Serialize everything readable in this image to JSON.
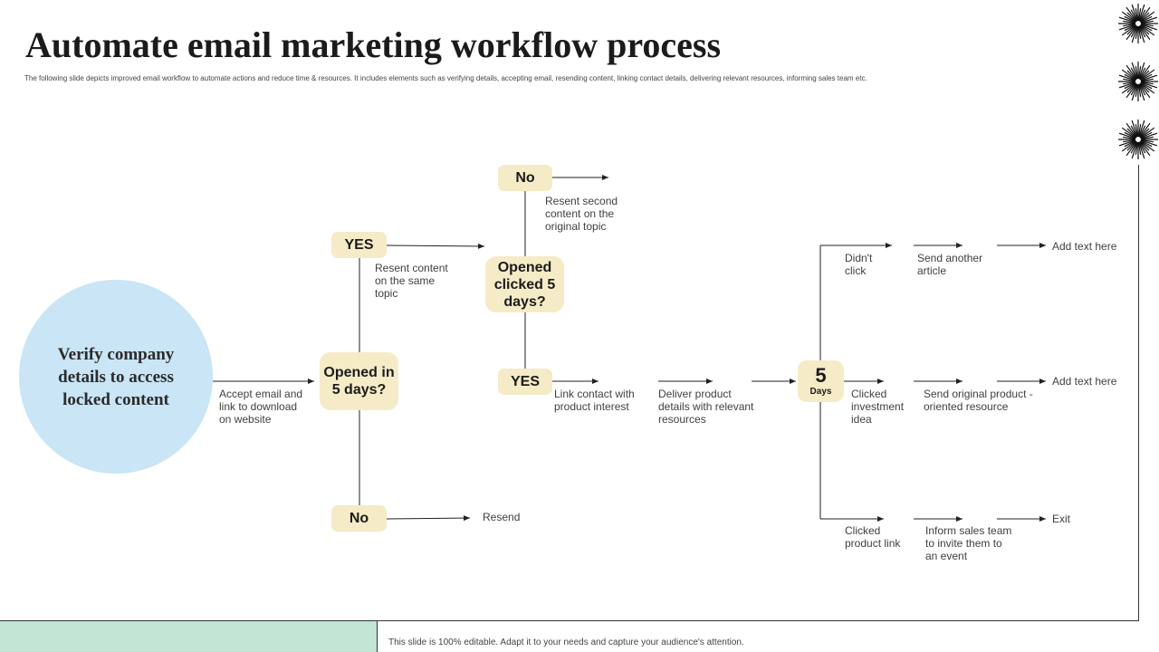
{
  "title": "Automate email marketing workflow process",
  "subtitle": "The following slide depicts improved email workflow to automate actions and reduce time & resources. It includes elements such as verifying details, accepting email, resending content, linking contact details, delivering relevant resources, informing sales team etc.",
  "footer_note": "This slide is 100% editable. Adapt it to your needs and capture your audience's attention.",
  "circle_text": "Verify company details to access locked content",
  "nodes": {
    "yes_top": "YES",
    "opened_5_days": "Opened in 5 days?",
    "no_bottom": "No",
    "no_top": "No",
    "opened_clicked": "Opened clicked 5 days?",
    "yes_mid": "YES",
    "days_number": "5",
    "days_label": "Days"
  },
  "labels": {
    "accept_email": "Accept email and link to download on website",
    "resent_same": "Resent content on the same topic",
    "resend": "Resend",
    "resent_second": "Resent second content on the original topic",
    "link_contact": "Link contact with product interest",
    "deliver_product": "Deliver product details with relevant resources",
    "didnt_click": "Didn't click",
    "send_another": "Send another article",
    "add_text_1": "Add text here",
    "clicked_investment": "Clicked investment idea",
    "send_original": "Send original product - oriented resource",
    "add_text_2": "Add text here",
    "clicked_product": "Clicked product link",
    "inform_sales": "Inform sales team to invite them to an event",
    "exit": "Exit"
  }
}
